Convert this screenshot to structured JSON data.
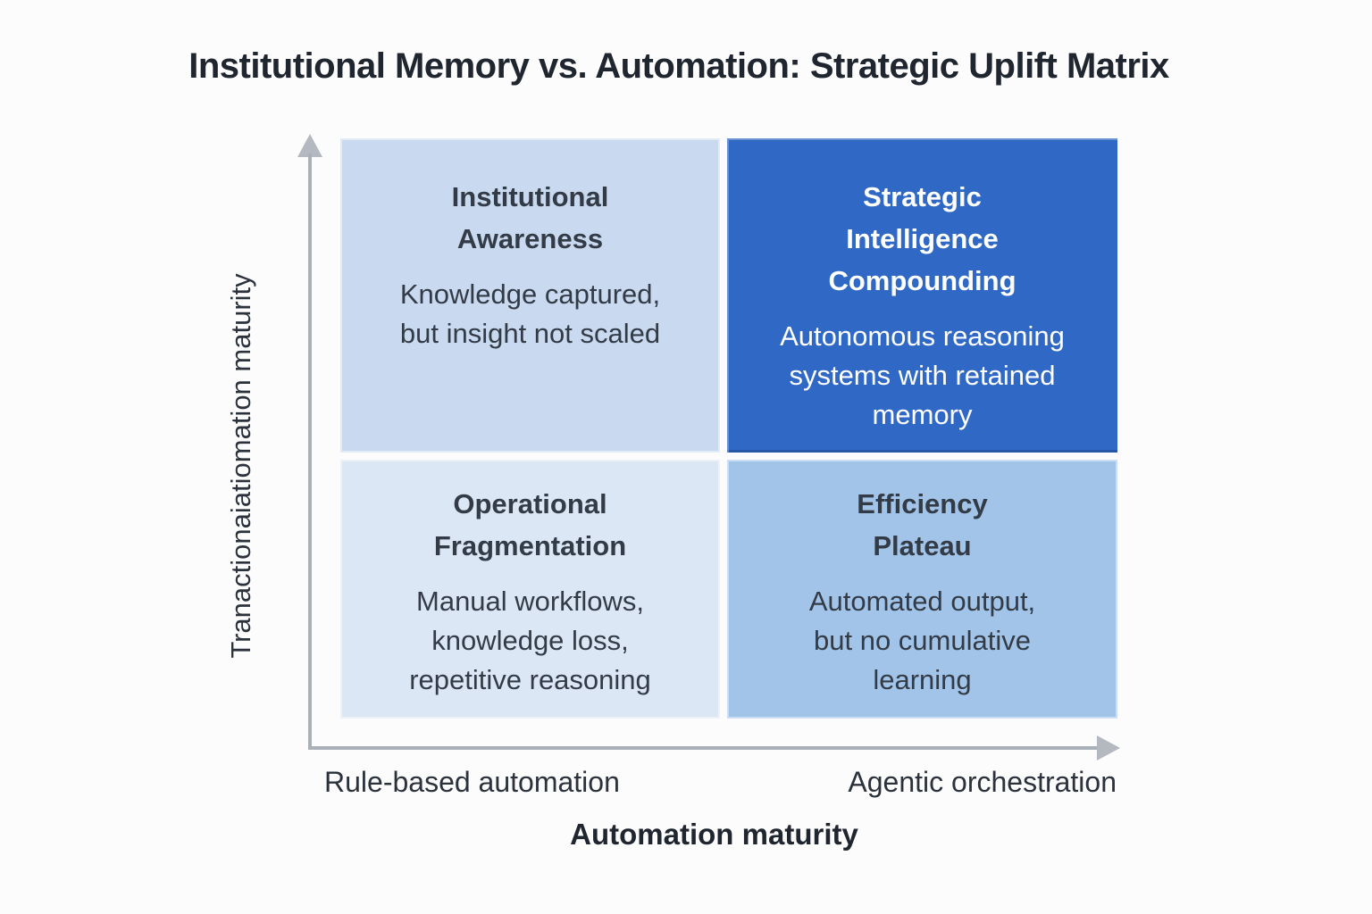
{
  "page": {
    "background_color": "#fcfcfd"
  },
  "title": "Institutional Memory vs. Automation: Strategic Uplift Matrix",
  "matrix": {
    "quadrants": {
      "top_left": {
        "heading": "Institutional\nAwareness",
        "body": "Knowledge captured,\nbut insight not scaled",
        "bg": "#c8d9f0",
        "text_color": "#333b46"
      },
      "top_right": {
        "heading": "Strategic\nIntelligence\nCompounding",
        "body": "Autonomous reasoning\nsystems with retained\nmemory",
        "bg": "#3068c5",
        "text_color": "#ffffff"
      },
      "bottom_left": {
        "heading": "Operational\nFragmentation",
        "body": "Manual workflows,\nknowledge loss,\nrepetitive reasoning",
        "bg": "#dce7f6",
        "text_color": "#333b46"
      },
      "bottom_right": {
        "heading": "Efficiency\nPlateau",
        "body": "Automated output,\nbut no cumulative\nlearning",
        "bg": "#a2c4e9",
        "text_color": "#333b46"
      }
    }
  },
  "axes": {
    "y_label": "Tranactionaiatiomation maturity",
    "x_label": "Automation maturity",
    "x_tick_left": "Rule-based automation",
    "x_tick_right": "Agentic orchestration",
    "axis_color": "#aab0b8"
  }
}
